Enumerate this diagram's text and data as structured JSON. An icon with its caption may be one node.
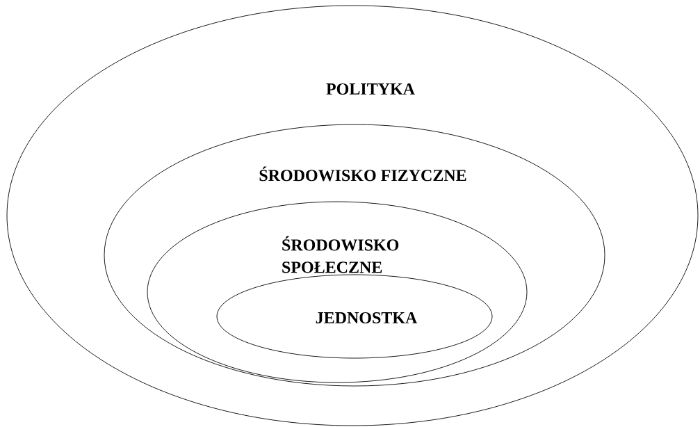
{
  "diagram": {
    "nodes": [
      {
        "text": [
          "POLITYKA"
        ]
      },
      {
        "text": [
          "ŚRODOWISKO FIZYCZNE"
        ],
        "in": 0
      },
      {
        "text": [
          "ŚRODOWISKO SPOŁECZNE"
        ],
        "in": 1
      },
      {
        "text": [
          "JEDNOSTKA"
        ],
        "in": 2
      }
    ]
  }
}
